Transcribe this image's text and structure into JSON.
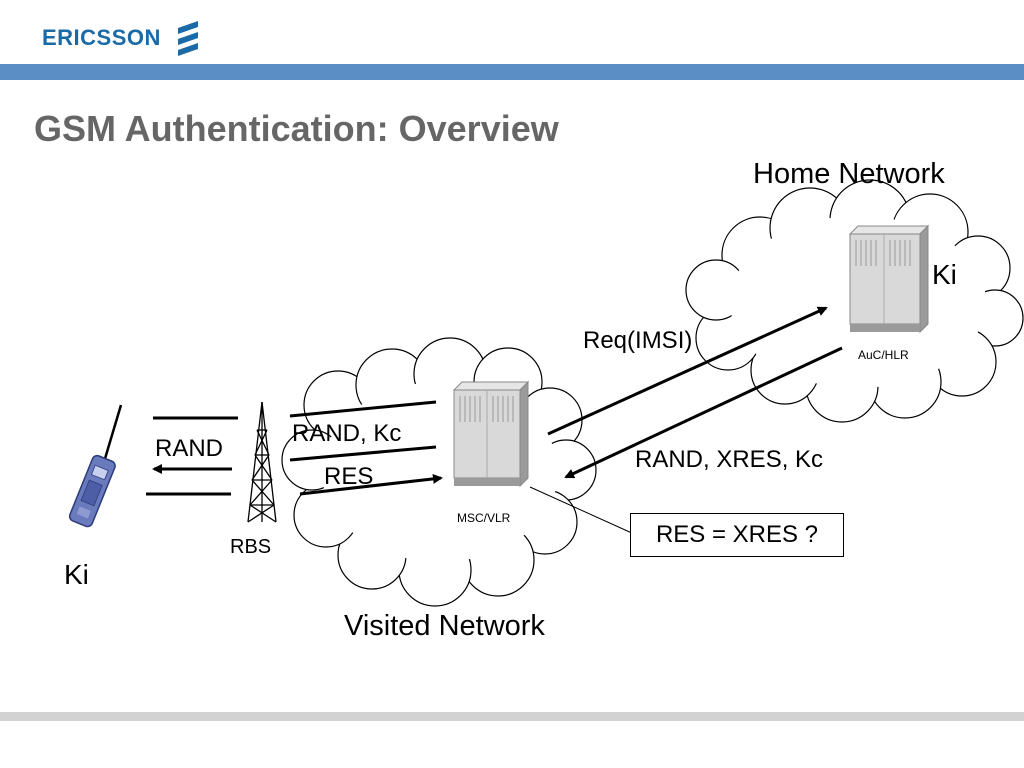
{
  "header": {
    "logo_text": "ERICSSON"
  },
  "slide": {
    "title": "GSM Authentication: Overview"
  },
  "diagram": {
    "home_network_label": "Home Network",
    "visited_network_label": "Visited Network",
    "auc_hlr_label": "AuC/HLR",
    "msc_vlr_label": "MSC/VLR",
    "rbs_label": "RBS",
    "ki_home_label": "Ki",
    "ki_mobile_label": "Ki",
    "req_imsi_label": "Req(IMSI)",
    "rand_xres_kc_label": "RAND, XRES, Kc",
    "rand_kc_label": "RAND, Kc",
    "res_label": "RES",
    "rand_label": "RAND",
    "compare_label": "RES = XRES ?"
  }
}
